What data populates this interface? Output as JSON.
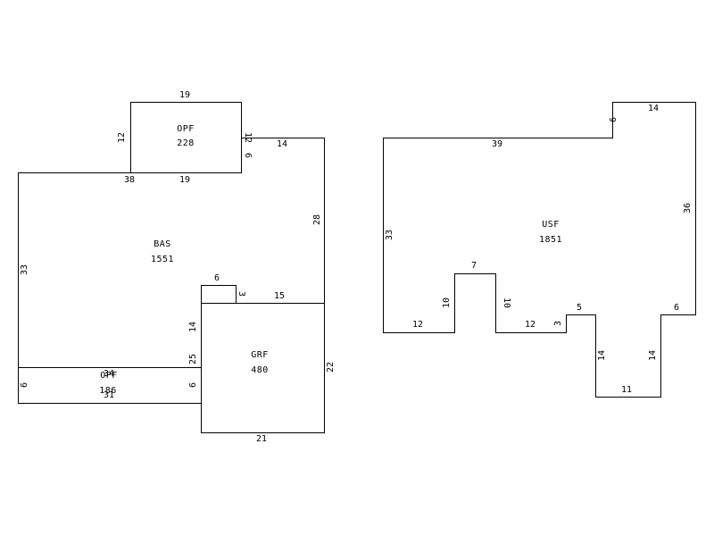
{
  "sketch": {
    "areas": {
      "opf_top": {
        "name": "OPF",
        "value": "228"
      },
      "bas": {
        "name": "BAS",
        "value": "1551"
      },
      "grf": {
        "name": "GRF",
        "value": "480"
      },
      "opf_bottom": {
        "name": "OPF",
        "value": "186"
      },
      "usf": {
        "name": "USF",
        "value": "1851"
      }
    },
    "dimensions": {
      "opf_top_top": "19",
      "opf_top_left": "12",
      "opf_top_right": "12",
      "opf_top_bottom": "19",
      "bas_top": "38",
      "bas_right_top": "14",
      "bas_left": "33",
      "bas_right": "28",
      "bas_step": "6",
      "notch_top": "6",
      "notch_side": "3",
      "notch_bottom": "15",
      "bas_inner": "14",
      "grf_left": "25",
      "grf_right": "22",
      "grf_bottom": "21",
      "opf_bottom_top": "34",
      "opf_bottom_left": "6",
      "opf_bottom_right": "6",
      "opf_bottom_bottom": "31",
      "usf_top": "39",
      "usf_step_left": "6",
      "usf_top_right": "14",
      "usf_right": "36",
      "usf_left": "33",
      "usf_bottom_left": "12",
      "usf_bump_left": "10",
      "usf_bump_top": "7",
      "usf_bump_right": "10",
      "usf_bottom_mid": "12",
      "usf_small_rise": "3",
      "usf_small_top": "5",
      "usf_tab_left": "14",
      "usf_tab_bottom": "11",
      "usf_tab_right": "14",
      "usf_right_bottom": "6"
    }
  }
}
